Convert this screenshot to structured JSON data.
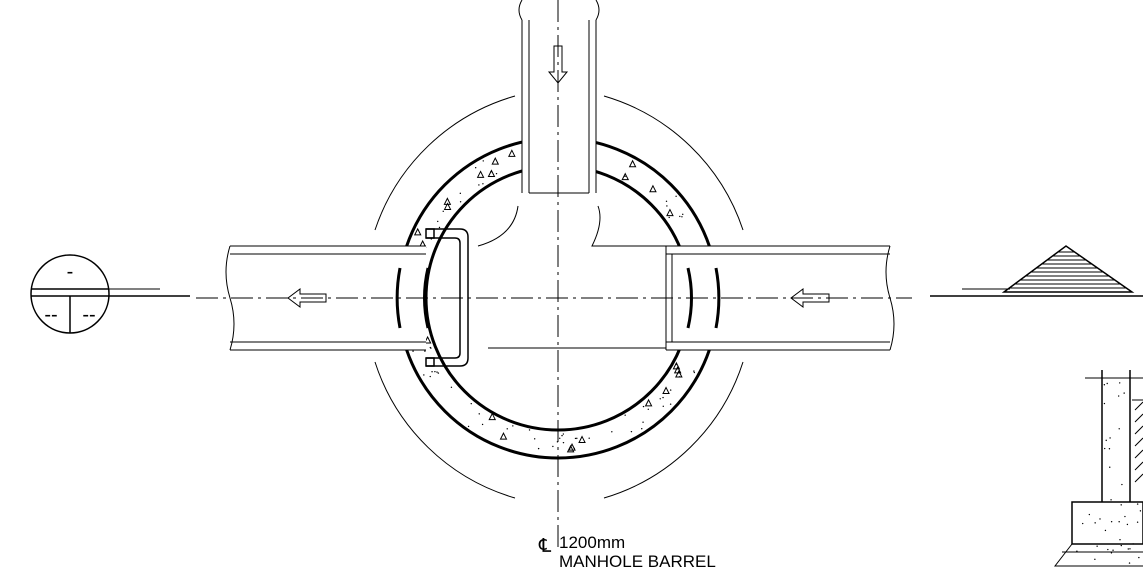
{
  "centerline_note": {
    "symbol": "℄",
    "line1": "1200mm",
    "line2": "MANHOLE BARREL"
  },
  "section_marker": {
    "top": "-",
    "bottom_left": "--",
    "bottom_right": "--"
  },
  "flow_arrows": [
    "down",
    "left",
    "left"
  ]
}
